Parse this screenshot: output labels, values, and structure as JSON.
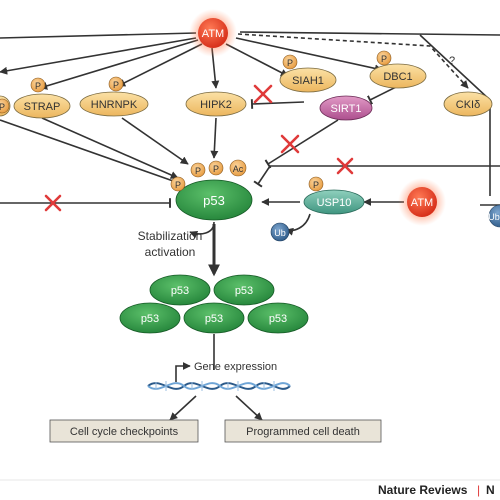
{
  "nodes": {
    "atm_top": "ATM",
    "atm_right": "ATM",
    "strap": "STRAP",
    "hnrnpk": "HNRNPK",
    "hipk2": "HIPK2",
    "siah1": "SIAH1",
    "dbc1": "DBC1",
    "sirt1": "SIRT1",
    "ckid": "CKIδ",
    "p_left": "P",
    "usp10": "USP10",
    "p53_main": "p53",
    "p53_t1": "p53",
    "p53_t2": "p53",
    "p53_t3": "p53",
    "p53_t4": "p53",
    "p53_t5": "p53",
    "ub_left": "Ub",
    "ub_right": "Ub"
  },
  "modifications": {
    "phospho": "P",
    "acetyl": "Ac",
    "unknown": "?"
  },
  "labels": {
    "stabilization": "Stabilization",
    "activation": "activation",
    "gene_expression": "Gene expression"
  },
  "outcomes": {
    "cell_cycle": "Cell cycle checkpoints",
    "cell_death": "Programmed cell death"
  },
  "footer": {
    "journal": "Nature Reviews",
    "separator": "|",
    "cut": "N"
  },
  "colors": {
    "atm": "#e8412a",
    "substrate": "#f3c77a",
    "sirt1": "#c96fa8",
    "p53": "#2f9a4a",
    "usp10": "#5fae9a",
    "ub": "#3e6d9c",
    "inhibit_x": "#e03a3a",
    "outcome_box": "#e9e4d8"
  }
}
